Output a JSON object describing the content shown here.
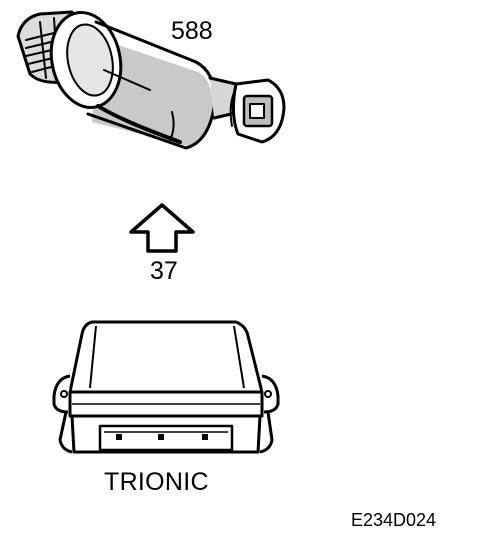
{
  "diagram": {
    "component_label": "588",
    "signal_label": "37",
    "module_label": "TRIONIC",
    "reference_code": "E234D024"
  },
  "icons": {
    "component": "valve-actuator-icon",
    "arrow": "hollow-up-arrow-icon",
    "module": "control-unit-icon"
  },
  "colors": {
    "ink": "#000000",
    "paper": "#ffffff",
    "shade": "#bdbdbd"
  }
}
